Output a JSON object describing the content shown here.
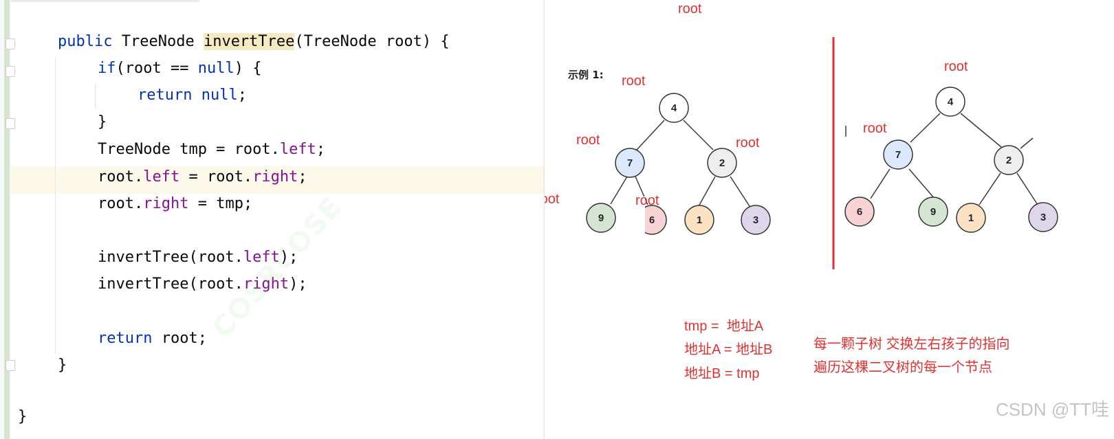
{
  "code": {
    "method_keyword": "public",
    "return_type": "TreeNode",
    "method_name": "invertTree",
    "params": "(TreeNode root) {",
    "if_kw": "if",
    "if_cond": "(root == ",
    "null_kw": "null",
    "if_close": ") {",
    "return_kw": "return",
    "return_null_tail": ";",
    "close_brace": "}",
    "tmp_decl": "TreeNode tmp = root.",
    "left_field": "left",
    "right_field": "right",
    "semicolon": ";",
    "swap1_pre": "root.",
    "swap1_mid": " = root.",
    "swap2_pre": "root.",
    "swap2_mid": " = tmp;",
    "call_name": "invertTree(root.",
    "call_tail": ");",
    "return_root_tail": " root;",
    "method_close": "}",
    "class_close": "}"
  },
  "watermark": "COSRCOSE",
  "diagram": {
    "example_title": "示例 1:",
    "root_label": "root",
    "left_tree_values": [
      "4",
      "7",
      "2",
      "9",
      "6",
      "1",
      "3"
    ],
    "right_tree_values": [
      "4",
      "7",
      "2",
      "6",
      "9",
      "1",
      "3"
    ],
    "node_colors": {
      "root": "#ffffff",
      "seven": "#dce8fb",
      "two": "#eeeeee",
      "nine": "#d4e6d1",
      "six": "#f7d3d3",
      "one": "#fde1c3",
      "three": "#e0d6ec"
    },
    "notes_left": [
      "tmp =  地址A",
      "地址A = 地址B",
      "地址B = tmp"
    ],
    "notes_right": [
      "每一颗子树 交换左右孩子的指向",
      "遍历这棵二叉树的每一个节点"
    ]
  },
  "credit": "CSDN @TT哇"
}
